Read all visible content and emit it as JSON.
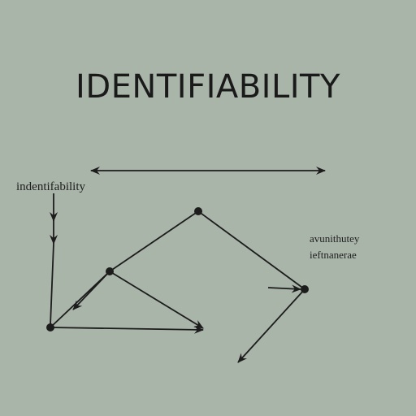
{
  "title": "IDENTIFIABILITY",
  "labels": {
    "left": "indentifability",
    "right_line_1": "avunithutey",
    "right_line_2": "ieftnanerae"
  },
  "colors": {
    "background": "#aab5aa",
    "ink": "#1c1c1c"
  }
}
